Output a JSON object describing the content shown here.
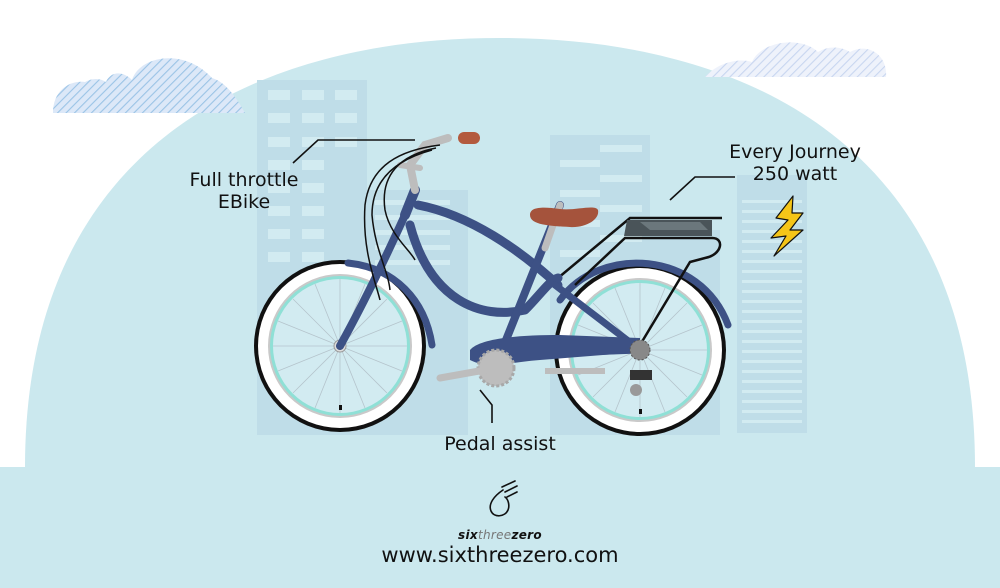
{
  "labels": {
    "throttle_line1": "Full throttle",
    "throttle_line2": "EBike",
    "journey_line1": "Every Journey",
    "journey_line2": "250 watt",
    "pedal": "Pedal assist"
  },
  "brand": {
    "part1": "six",
    "part2": "three",
    "part3": "zero",
    "url": "www.sixthreezero.com"
  },
  "icons": {
    "logo": "wing-drop-logo-icon",
    "bolt": "lightning-bolt-icon",
    "clouds": "cloud-icon"
  },
  "colors": {
    "sky_dome": "#cbe8ee",
    "buildings": "#bfdde8",
    "frame": "#3d5185",
    "tire": "#111111",
    "rim_accent": "#8fe0d6",
    "seat": "#a5533c",
    "grip": "#b35a3e",
    "battery": "#4a5459",
    "bolt": "#f5c518",
    "cloud_stripe": "#9bc4e6"
  }
}
